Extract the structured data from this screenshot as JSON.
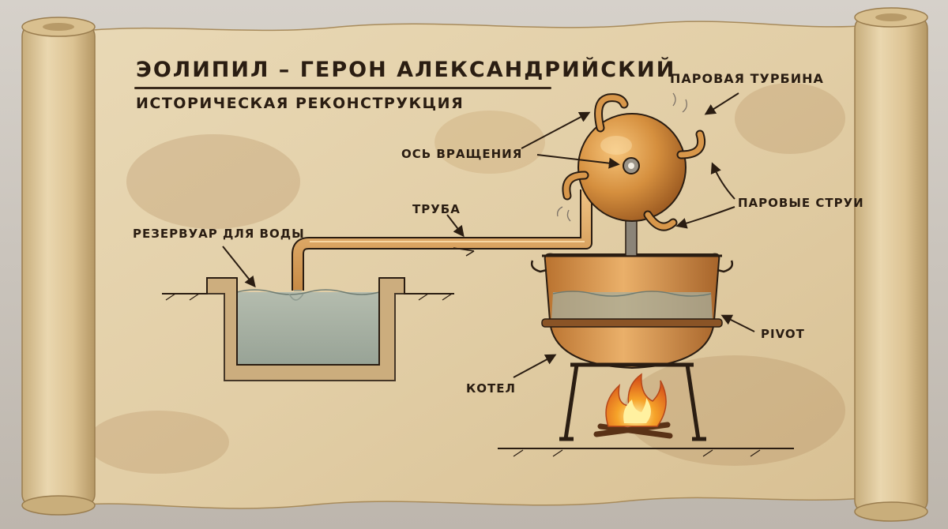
{
  "header": {
    "title": "ЭОЛИПИЛ – ГЕРОН АЛЕКСАНДРИЙСКИЙ",
    "subtitle": "ИСТОРИЧЕСКАЯ РЕКОНСТРУКЦИЯ"
  },
  "labels": {
    "turbine": "ПАРОВАЯ ТУРБИНА",
    "axis": "ОСЬ ВРАЩЕНИЯ",
    "pipe": "ТРУБА",
    "reservoir": "РЕЗЕРВУАР ДЛЯ ВОДЫ",
    "jets": "ПАРОВЫЕ СТРУИ",
    "pivot": "PIVOT",
    "boiler": "КОТЕЛ"
  },
  "colors": {
    "parchment": "#e4d2ab",
    "ink": "#2a1d12",
    "copper": "#c9863a",
    "water": "#a9b2a6",
    "fire": "#f08a1c"
  }
}
